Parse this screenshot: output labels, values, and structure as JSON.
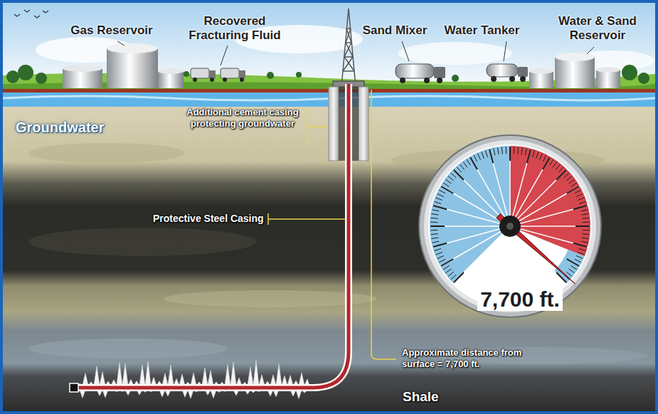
{
  "diagram": {
    "nodes": [
      {
        "text": [
          "7,700 ft."
        ]
      }
    ],
    "labels": [
      "Gas Reservoir",
      "Recovered Fracturing Fluid",
      "Sand Mixer",
      "Water Tanker",
      "Water & Sand Reservoir",
      "Groundwater",
      "Additional cement casing protecting groundwater",
      "Protective Steel Casing",
      "Approximate distance from surface = 7,700 ft.",
      "Shale"
    ]
  }
}
